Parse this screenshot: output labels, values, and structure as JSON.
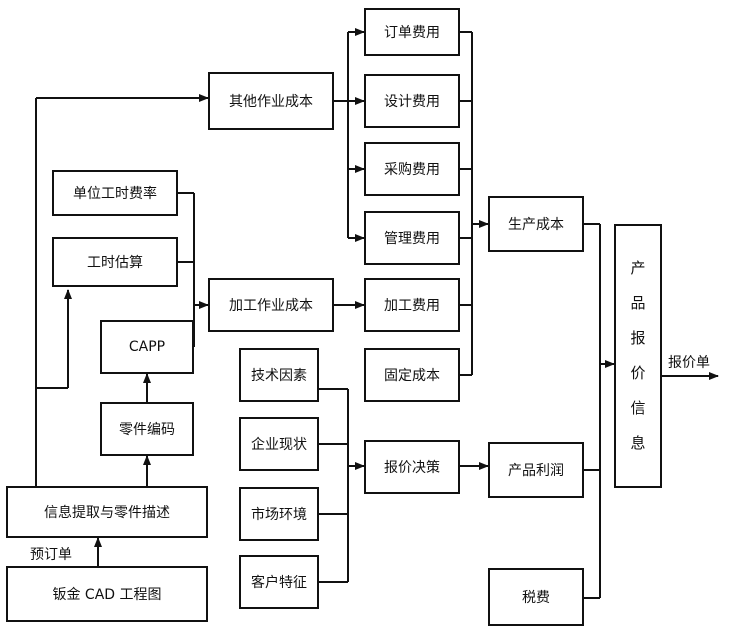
{
  "nodes": {
    "order_fee": "订单费用",
    "design_fee": "设计费用",
    "purchase_fee": "采购费用",
    "manage_fee": "管理费用",
    "other_activity_cost": "其他作业成本",
    "unit_hour_rate": "单位工时费率",
    "hour_estimate": "工时估算",
    "capp": "CAPP",
    "part_coding": "零件编码",
    "info_extract": "信息提取与零件描述",
    "cad_drawing": "钣金 CAD 工程图",
    "process_activity_cost": "加工作业成本",
    "process_fee": "加工费用",
    "fixed_cost": "固定成本",
    "production_cost": "生产成本",
    "tech_factor": "技术因素",
    "enterprise_status": "企业现状",
    "market_env": "市场环境",
    "customer_feature": "客户特征",
    "quote_decision": "报价决策",
    "product_profit": "产品利润",
    "tax": "税费",
    "product_quote_info": [
      "产",
      "品",
      "报",
      "价",
      "信",
      "息"
    ]
  },
  "labels": {
    "pre_order": "预订单",
    "quote_sheet": "报价单"
  }
}
